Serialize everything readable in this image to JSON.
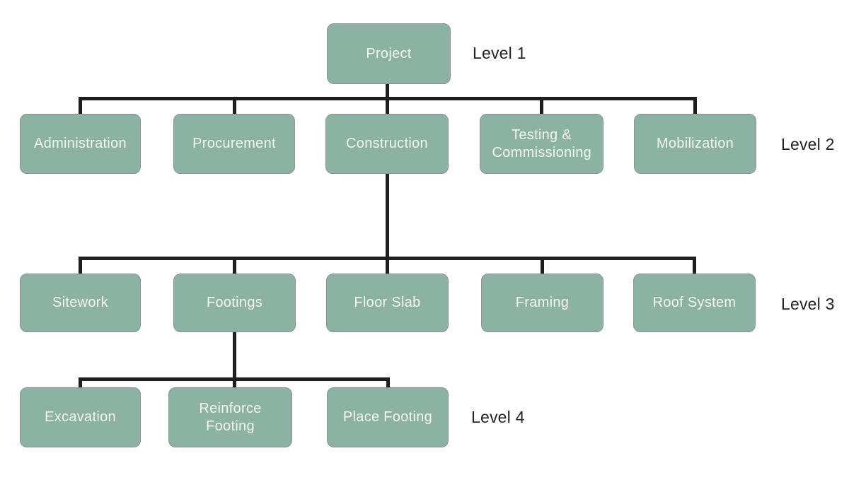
{
  "diagram": {
    "type": "work-breakdown-structure",
    "level_labels": [
      "Level 1",
      "Level 2",
      "Level 3",
      "Level 4"
    ],
    "nodes": {
      "project": {
        "label": "Project",
        "level": 1
      },
      "administration": {
        "label": "Administration",
        "level": 2
      },
      "procurement": {
        "label": "Procurement",
        "level": 2
      },
      "construction": {
        "label": "Construction",
        "level": 2
      },
      "testing_commissioning": {
        "label": "Testing & Commissioning",
        "level": 2
      },
      "mobilization": {
        "label": "Mobilization",
        "level": 2
      },
      "sitework": {
        "label": "Sitework",
        "level": 3
      },
      "footings": {
        "label": "Footings",
        "level": 3
      },
      "floor_slab": {
        "label": "Floor Slab",
        "level": 3
      },
      "framing": {
        "label": "Framing",
        "level": 3
      },
      "roof_system": {
        "label": "Roof System",
        "level": 3
      },
      "excavation": {
        "label": "Excavation",
        "level": 4
      },
      "reinforce_footing": {
        "label": "Reinforce Footing",
        "level": 4
      },
      "place_footing": {
        "label": "Place Footing",
        "level": 4
      }
    },
    "edges": [
      [
        "Project",
        "Administration"
      ],
      [
        "Project",
        "Procurement"
      ],
      [
        "Project",
        "Construction"
      ],
      [
        "Project",
        "Testing & Commissioning"
      ],
      [
        "Project",
        "Mobilization"
      ],
      [
        "Construction",
        "Sitework"
      ],
      [
        "Construction",
        "Footings"
      ],
      [
        "Construction",
        "Floor Slab"
      ],
      [
        "Construction",
        "Framing"
      ],
      [
        "Construction",
        "Roof System"
      ],
      [
        "Footings",
        "Excavation"
      ],
      [
        "Footings",
        "Reinforce Footing"
      ],
      [
        "Footings",
        "Place Footing"
      ]
    ],
    "colors": {
      "node_fill": "#8cb2a3",
      "node_border": "#8f8f8f",
      "node_text": "#f4f6f2",
      "connector": "#1f1f1f",
      "label_text": "#222222",
      "background": "#ffffff"
    }
  }
}
